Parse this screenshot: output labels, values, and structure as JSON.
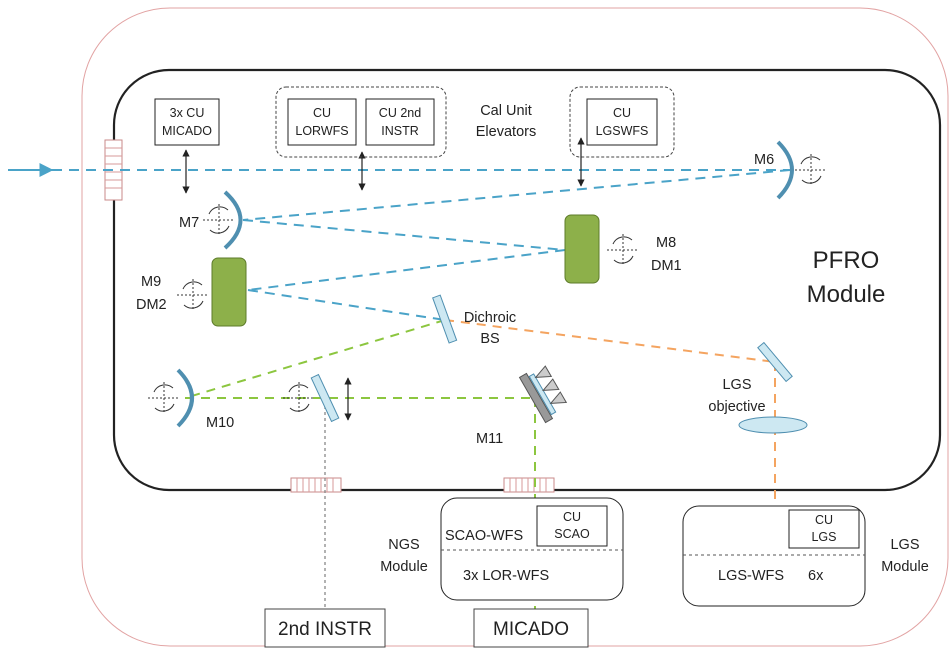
{
  "labels": {
    "cu_micado_1": "3x  CU",
    "cu_micado_2": "MICADO",
    "cu_lorwfs_1": "CU",
    "cu_lorwfs_2": "LORWFS",
    "cu_2nd_1": "CU 2nd",
    "cu_2nd_2": "INSTR",
    "elev_1": "Cal Unit",
    "elev_2": "Elevators",
    "cu_lgswfs_1": "CU",
    "cu_lgswfs_2": "LGSWFS",
    "m6": "M6",
    "m7": "M7",
    "m8": "M8",
    "dm1": "DM1",
    "m9": "M9",
    "dm2": "DM2",
    "pfro_1": "PFRO",
    "pfro_2": "Module",
    "dichroic_1": "Dichroic",
    "dichroic_2": "BS",
    "lgs_obj_1": "LGS",
    "lgs_obj_2": "objective",
    "m10": "M10",
    "m11": "M11",
    "ngs_1": "NGS",
    "ngs_2": "Module",
    "scao_wfs": "SCAO-WFS",
    "cu_scao_1": "CU",
    "cu_scao_2": "SCAO",
    "lor_wfs": "3x  LOR-WFS",
    "cu_lgs_1": "CU",
    "cu_lgs_2": "LGS",
    "lgs_wfs": "LGS-WFS",
    "six_x": "6x",
    "lgs_mod_1": "LGS",
    "lgs_mod_2": "Module",
    "instr2": "2nd INSTR",
    "micado": "MICADO"
  },
  "colors": {
    "blue_beam": "#4aa3c8",
    "green_beam": "#8cc63f",
    "orange_beam": "#f4a460",
    "mirror": "#4f8fb0",
    "dm_fill": "#8db04a",
    "optic_fill": "#cde8f2",
    "window_border": "#d6a0a0"
  }
}
